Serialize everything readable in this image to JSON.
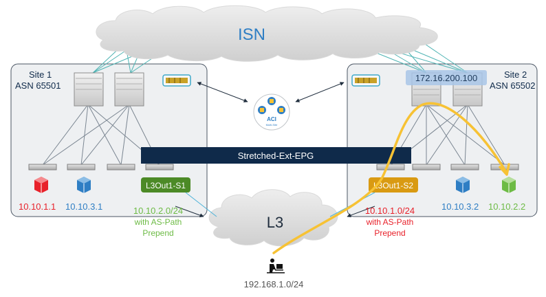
{
  "isn": {
    "label": "ISN"
  },
  "site1": {
    "name": "Site 1",
    "asn": "ASN 65501"
  },
  "site2": {
    "name": "Site 2",
    "asn": "ASN 65502",
    "router_ip": "172.16.200.100"
  },
  "aci": {
    "label": "ACI",
    "sublabel": "Multi-Site"
  },
  "stretched_epg": {
    "label": "Stretched-Ext-EPG"
  },
  "l3out_s1": {
    "label": "L3Out1-S1",
    "prefix": "10.10.2.0/24",
    "note_line1": "with AS-Path",
    "note_line2": "Prepend"
  },
  "l3out_s2": {
    "label": "L3Out1-S2",
    "prefix": "10.10.1.0/24",
    "note_line1": "with AS-Path",
    "note_line2": "Prepend"
  },
  "endpoints": {
    "s1_red": "10.10.1.1",
    "s1_blue": "10.10.3.1",
    "s2_blue": "10.10.3.2",
    "s2_green": "10.10.2.2"
  },
  "l3": {
    "label": "L3"
  },
  "client": {
    "subnet": "192.168.1.0/24"
  },
  "colors": {
    "red": "#e8212a",
    "blue": "#2e7ec4",
    "green": "#6dbb45",
    "navy": "#0f2a4a",
    "path": "#f7c234",
    "l3out_s1": "#4c8a26",
    "l3out_s2": "#d99a12"
  }
}
